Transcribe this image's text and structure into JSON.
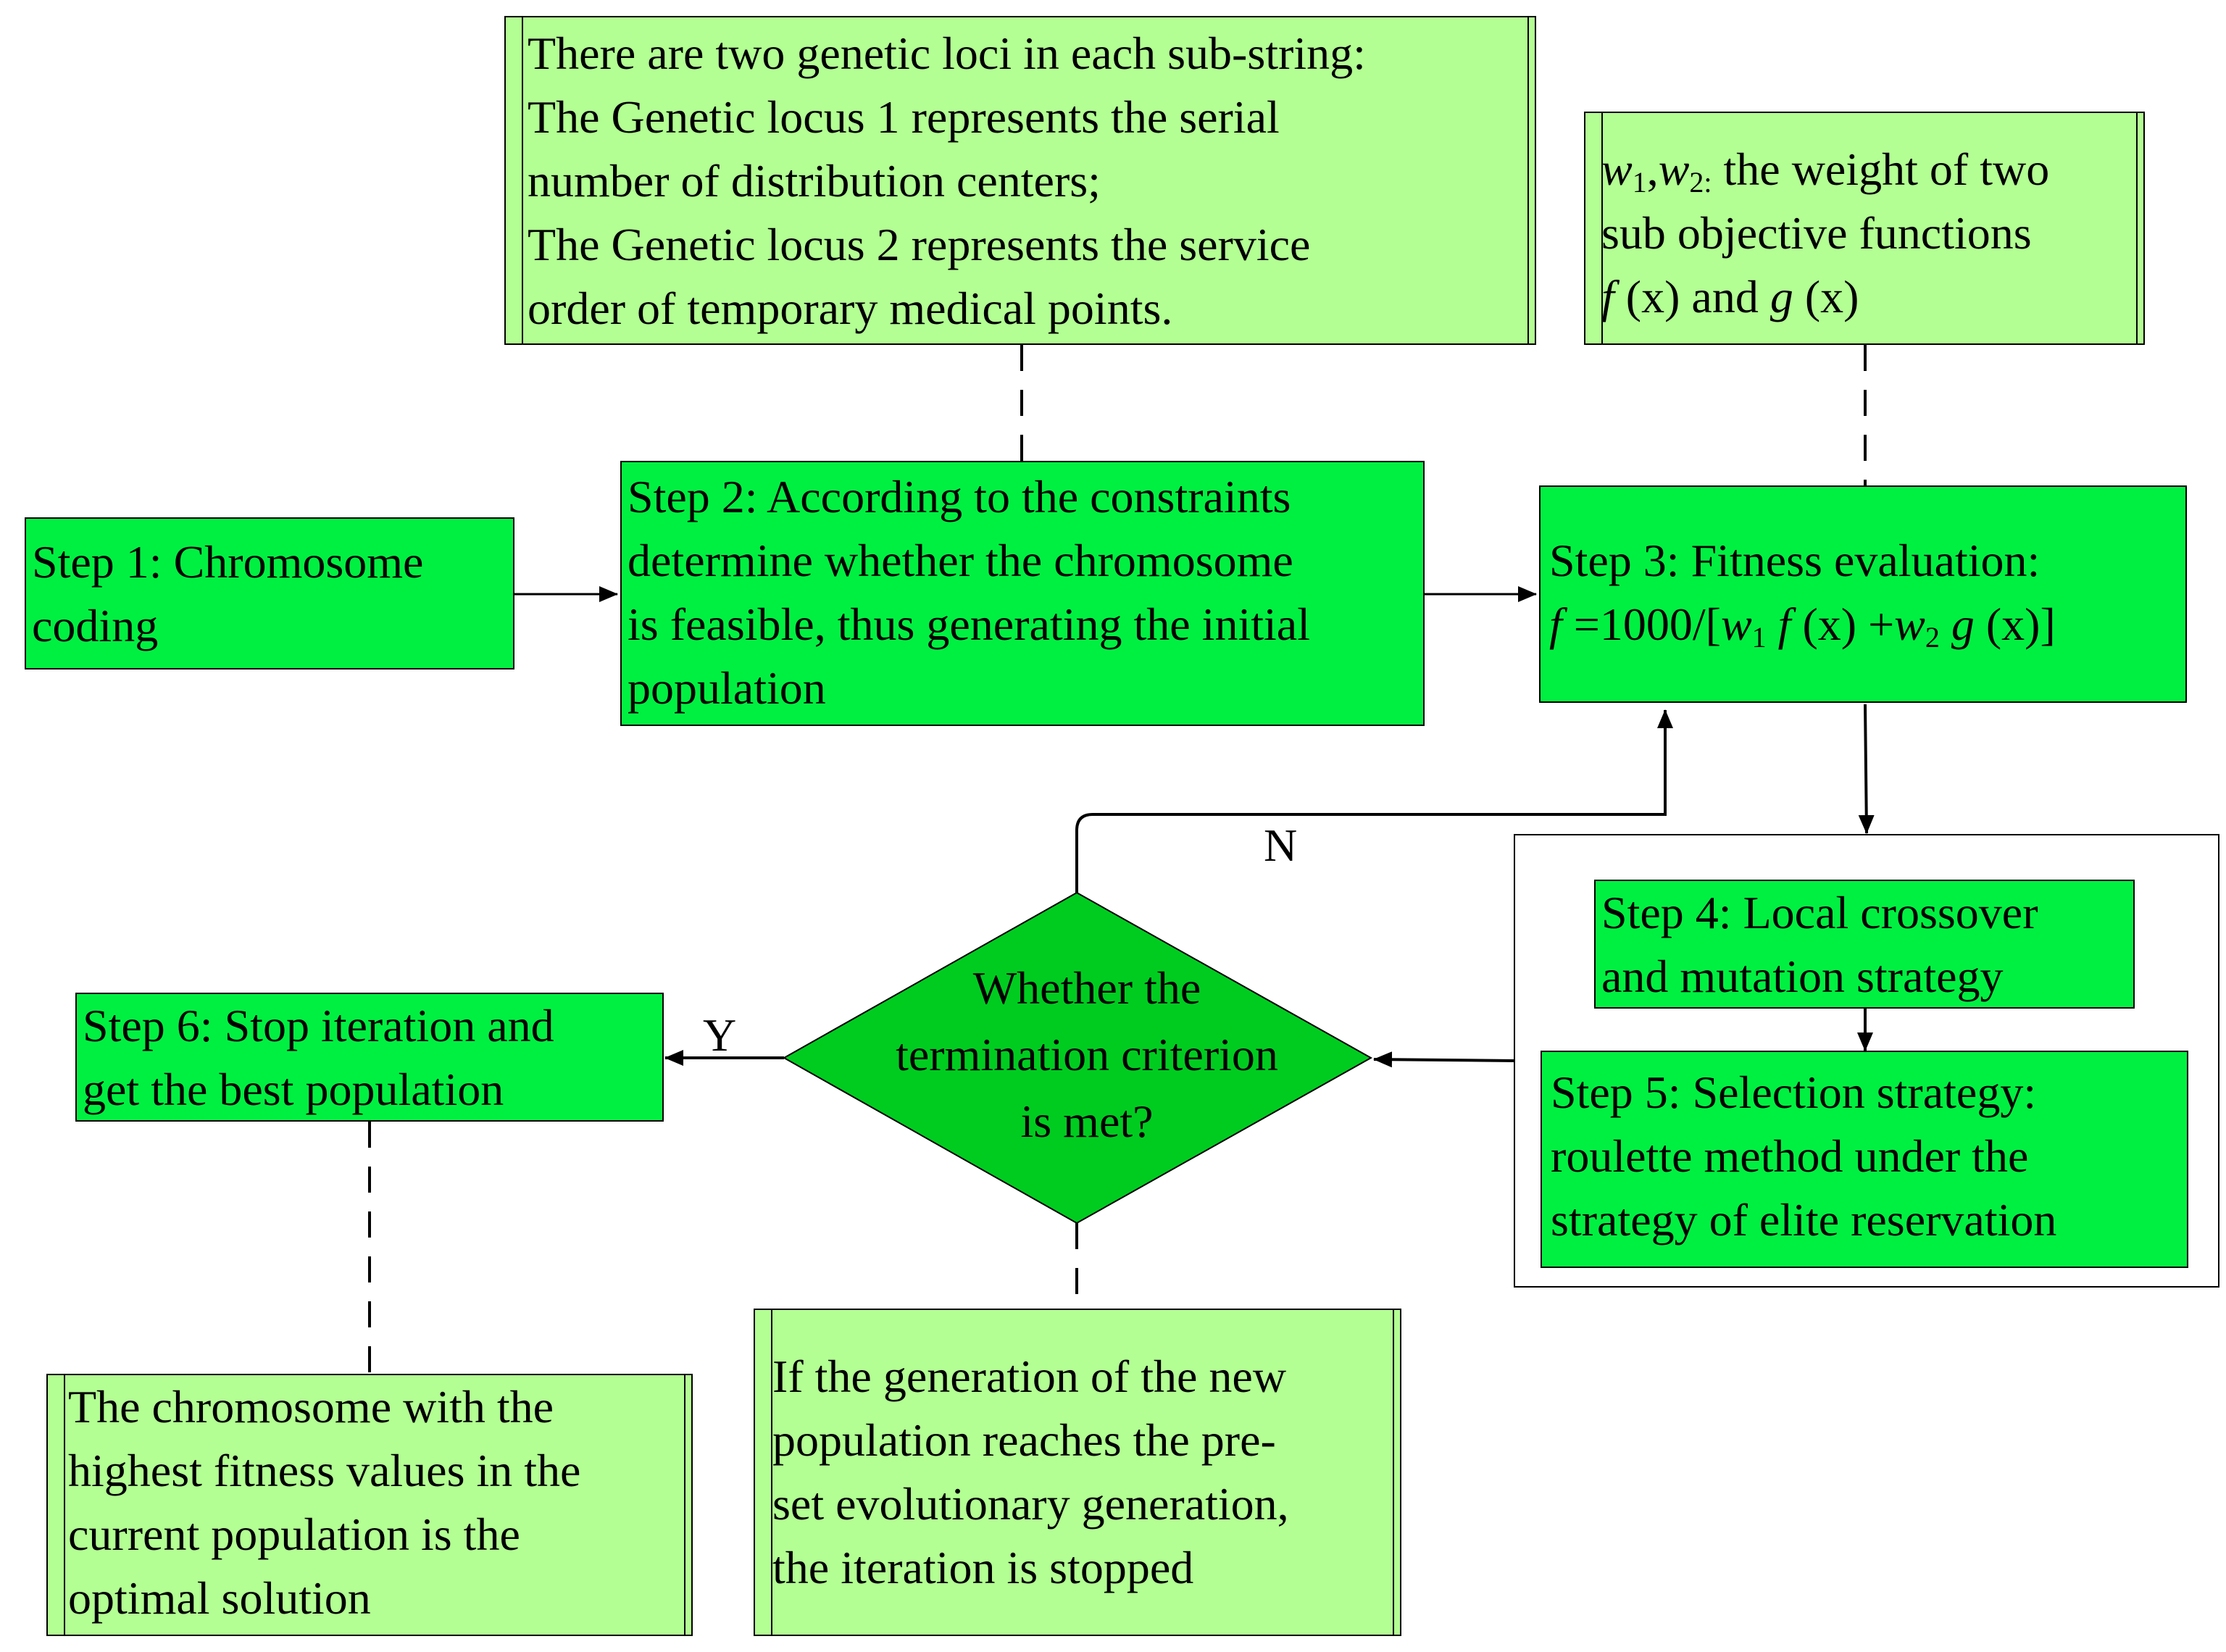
{
  "nodes": {
    "step1": {
      "lines": [
        "Step 1: Chromosome",
        "coding"
      ]
    },
    "step2": {
      "lines": [
        "Step 2: According to the constraints",
        "determine whether the chromosome",
        "is feasible, thus generating the initial",
        "population"
      ]
    },
    "step3": {
      "line1": "Step 3: Fitness evaluation:",
      "formula": {
        "f": "f",
        "eq": " =1000/[",
        "w": "w",
        "sub1": "1",
        "f2": " f ",
        "x1": "(x)",
        "plus": " +",
        "w2": "w",
        "sub2": "2",
        "g": " g ",
        "x2": "(x)",
        "end": "]"
      }
    },
    "step4": {
      "lines": [
        "Step 4: Local crossover",
        "and mutation strategy"
      ]
    },
    "step5": {
      "lines": [
        "Step 5: Selection strategy:",
        "roulette method under the",
        "strategy of elite reservation"
      ]
    },
    "step6": {
      "lines": [
        "Step 6: Stop iteration and",
        "get the best population"
      ]
    },
    "decision": {
      "lines": [
        "Whether the",
        "termination  criterion",
        "is met?"
      ]
    }
  },
  "notes": {
    "coding": {
      "lines": [
        "There are two genetic loci in each sub-string:",
        "The Genetic locus 1 represents the serial",
        "number of distribution centers;",
        "The Genetic locus 2 represents the service",
        "order of temporary medical points."
      ]
    },
    "weights": {
      "w1": "w",
      "s1": "1",
      "comma": ",",
      "w2": "w",
      "s2": "2:",
      "rest": " the weight of two",
      "line2": "sub objective functions",
      "f": "f",
      "fx": " (x)",
      "and": " and ",
      "g": "g",
      "gx": " (x)"
    },
    "optimal": {
      "lines": [
        "The chromosome with the",
        "highest fitness values in the",
        "current population is the",
        "optimal solution"
      ]
    },
    "stop": {
      "lines": [
        "If the generation of the new",
        "population reaches the pre-",
        "set evolutionary generation,",
        "the iteration is stopped"
      ]
    }
  },
  "labels": {
    "no": "N",
    "yes": "Y"
  },
  "colors": {
    "step": "#00f041",
    "decision": "#00cc20",
    "note": "#b3ff93"
  }
}
